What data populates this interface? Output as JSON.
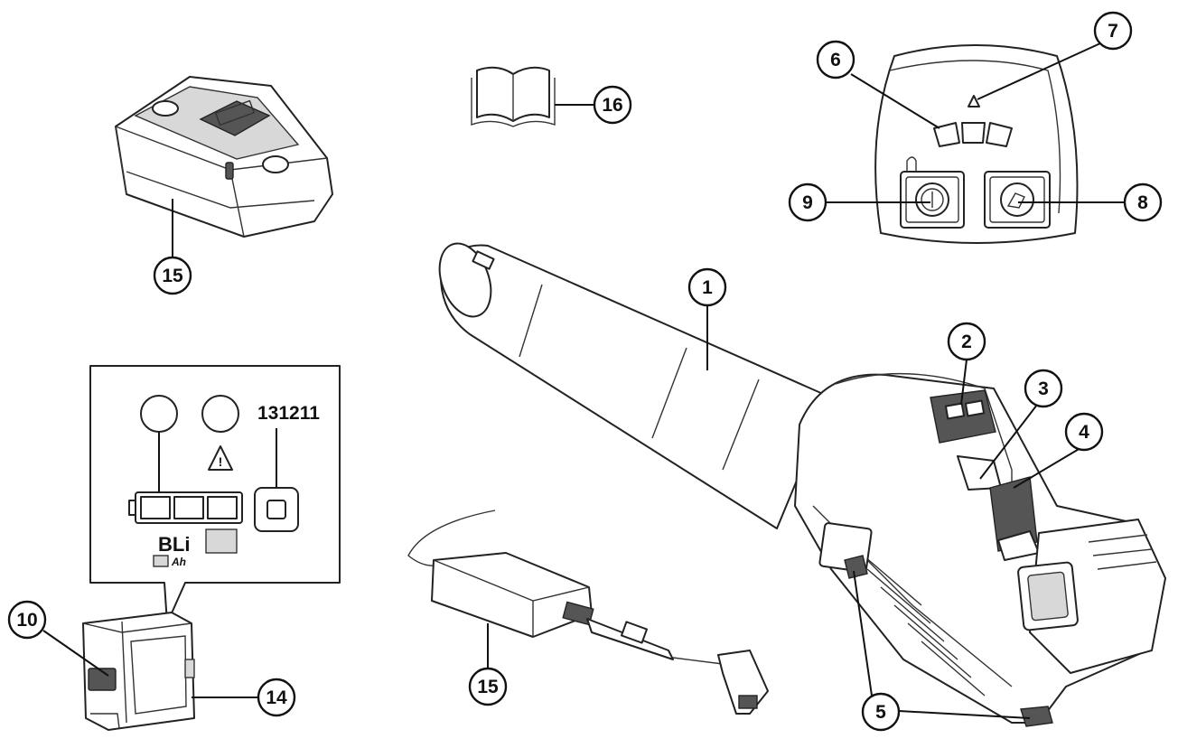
{
  "figure": {
    "callouts": [
      {
        "id": "c1",
        "label": "1"
      },
      {
        "id": "c2",
        "label": "2"
      },
      {
        "id": "c3",
        "label": "3"
      },
      {
        "id": "c4",
        "label": "4"
      },
      {
        "id": "c5",
        "label": "5"
      },
      {
        "id": "c6",
        "label": "6"
      },
      {
        "id": "c7",
        "label": "7"
      },
      {
        "id": "c8",
        "label": "8"
      },
      {
        "id": "c9",
        "label": "9"
      },
      {
        "id": "c10",
        "label": "10"
      },
      {
        "id": "c14",
        "label": "14"
      },
      {
        "id": "c15a",
        "label": "15"
      },
      {
        "id": "c15b",
        "label": "15"
      },
      {
        "id": "c16",
        "label": "16"
      }
    ],
    "battery_panel": {
      "labels": "131211",
      "brand": "BLi",
      "capacity_unit": "Ah"
    }
  }
}
